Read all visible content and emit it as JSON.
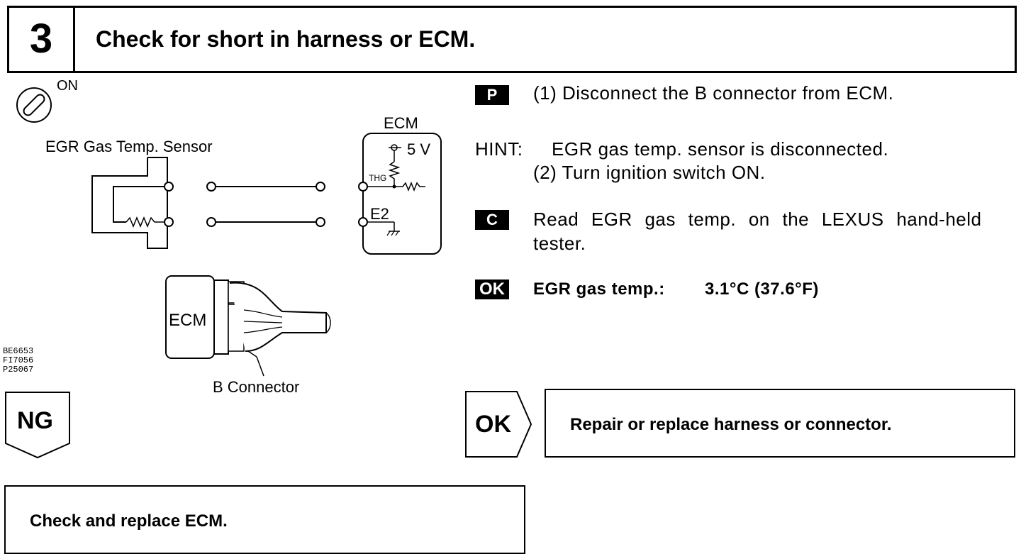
{
  "header": {
    "step": "3",
    "title": "Check for short in harness or ECM."
  },
  "diagram": {
    "ignition_label": "ON",
    "sensor_label": "EGR Gas Temp. Sensor",
    "ecm_label": "ECM",
    "voltage_label": "5 V",
    "thg_label": "THG",
    "e2_label": "E2",
    "connector_ecm_label": "ECM",
    "b_connector_label": "B Connector",
    "figure_codes": [
      "BE6653",
      "FI7056",
      "P25067"
    ]
  },
  "steps": {
    "p_badge": "P",
    "step1": "(1) Disconnect the B connector from ECM.",
    "hint_label": "HINT:",
    "hint_text": "EGR gas temp. sensor is disconnected.",
    "step2": "(2) Turn ignition switch ON.",
    "c_badge": "C",
    "read_line1": "Read EGR gas temp. on the LEXUS hand-held",
    "read_line2": "tester.",
    "ok_badge": "OK",
    "ok_label": "EGR gas temp.:",
    "ok_value": "3.1°C (37.6°F)"
  },
  "results": {
    "ng_label": "NG",
    "ok_label": "OK",
    "ok_action": "Repair or replace harness or connector.",
    "ng_action": "Check and replace ECM."
  }
}
